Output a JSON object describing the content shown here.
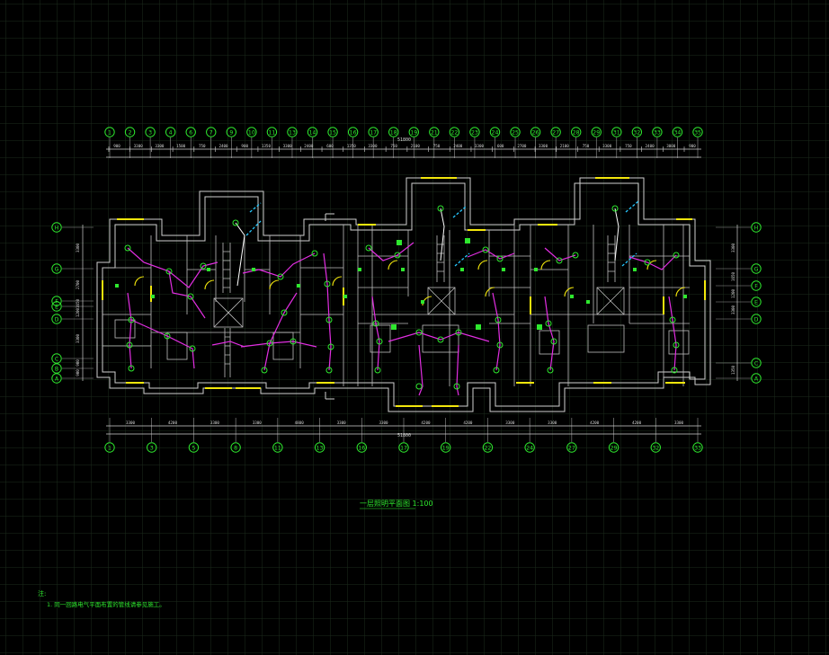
{
  "drawing": {
    "title": "一层照明平面图 1:100",
    "notes_heading": "注:",
    "notes": [
      "1. 同一回路电气平面布置的管线请参见施工。"
    ],
    "overall_dimension": "51800"
  },
  "grid_axes": {
    "top_labels": [
      "1",
      "2",
      "3",
      "4",
      "6",
      "7",
      "9",
      "10",
      "11",
      "13",
      "14",
      "15",
      "16",
      "17",
      "18",
      "19",
      "21",
      "22",
      "23",
      "24",
      "25",
      "26",
      "27",
      "28",
      "29",
      "31",
      "32",
      "33",
      "34",
      "35"
    ],
    "bottom_labels": [
      "1",
      "3",
      "5",
      "8",
      "11",
      "13",
      "16",
      "17",
      "19",
      "22",
      "24",
      "27",
      "29",
      "32",
      "33"
    ],
    "left_labels": [
      "H",
      "G",
      "F",
      "E",
      "D",
      "C",
      "B",
      "A"
    ],
    "right_labels": [
      "H",
      "G",
      "F",
      "E",
      "D",
      "C",
      "A"
    ]
  },
  "dimensions": {
    "top": [
      "900",
      "3300",
      "3300",
      "1500",
      "750",
      "2400",
      "900",
      "1350",
      "3300",
      "2400",
      "600",
      "1350",
      "3300",
      "750",
      "2100",
      "750",
      "2400",
      "3300",
      "600",
      "2700",
      "3300",
      "2100",
      "750",
      "3300",
      "750",
      "2400",
      "3000",
      "900"
    ],
    "bottom": [
      "3300",
      "4200",
      "3300",
      "3300",
      "4800",
      "3300",
      "3300",
      "4200",
      "4200",
      "3300",
      "3300",
      "4200",
      "4200",
      "3300"
    ],
    "left": [
      "3300",
      "2700",
      "1650",
      "1200",
      "3300",
      "900",
      "900"
    ],
    "right": [
      "3300",
      "1650",
      "1200",
      "3300",
      "1350"
    ]
  },
  "colors": {
    "background": "#000000",
    "grid": "#1f2f1f",
    "walls": "#cfcfcf",
    "wiring": "#e22ee2",
    "fixtures": "#2ee82e",
    "stair_wiring": "#ffffff",
    "risers": "#26c8ff",
    "doors_windows": "#f2e60c",
    "axis_bubble": "#2ee82e"
  }
}
